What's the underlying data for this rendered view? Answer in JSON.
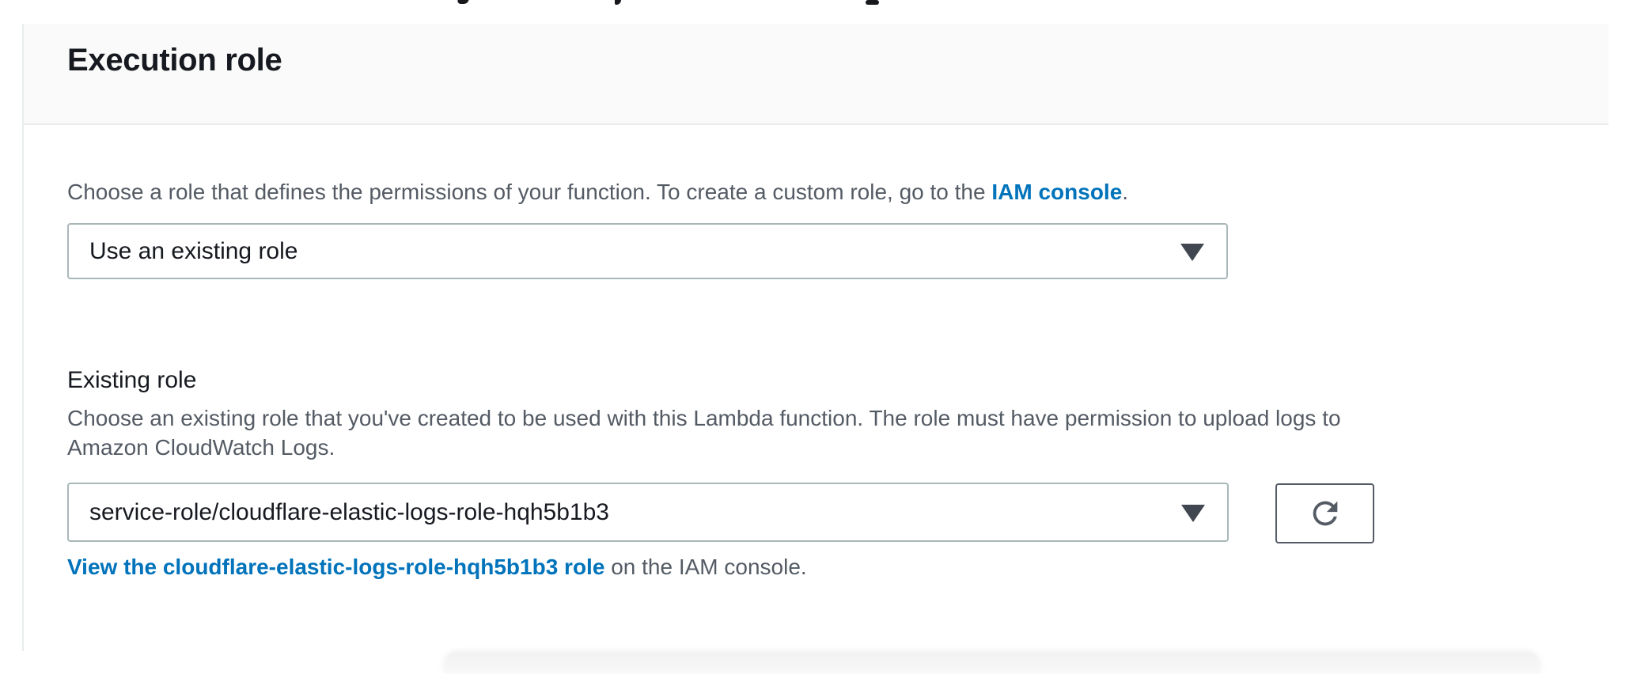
{
  "panel": {
    "title": "Execution role",
    "intro": {
      "before_link": "Choose a role that defines the permissions of your function. To create a custom role, go to the ",
      "link_label": "IAM console",
      "after_link": "."
    },
    "role_source_select": {
      "value": "Use an existing role"
    },
    "existing_role": {
      "label": "Existing role",
      "description_lines": [
        "Choose an existing role that you've created to be used with this Lambda function. The role must have permission to upload logs to",
        "Amazon CloudWatch Logs."
      ],
      "select_value": "service-role/cloudflare-elastic-logs-role-hqh5b1b3"
    },
    "view_role": {
      "link_label": "View the cloudflare-elastic-logs-role-hqh5b1b3 role",
      "after_link": " on the IAM console."
    }
  },
  "icons": {
    "dropdown_caret": "caret-down-icon",
    "refresh": "refresh-icon"
  },
  "colors": {
    "link_blue": "#0073bb",
    "heading_text": "#16191f",
    "secondary_text": "#545b64",
    "field_border": "#aab7b8",
    "button_border": "#545b64",
    "divider": "#eaeded",
    "header_background": "#fafafa"
  }
}
